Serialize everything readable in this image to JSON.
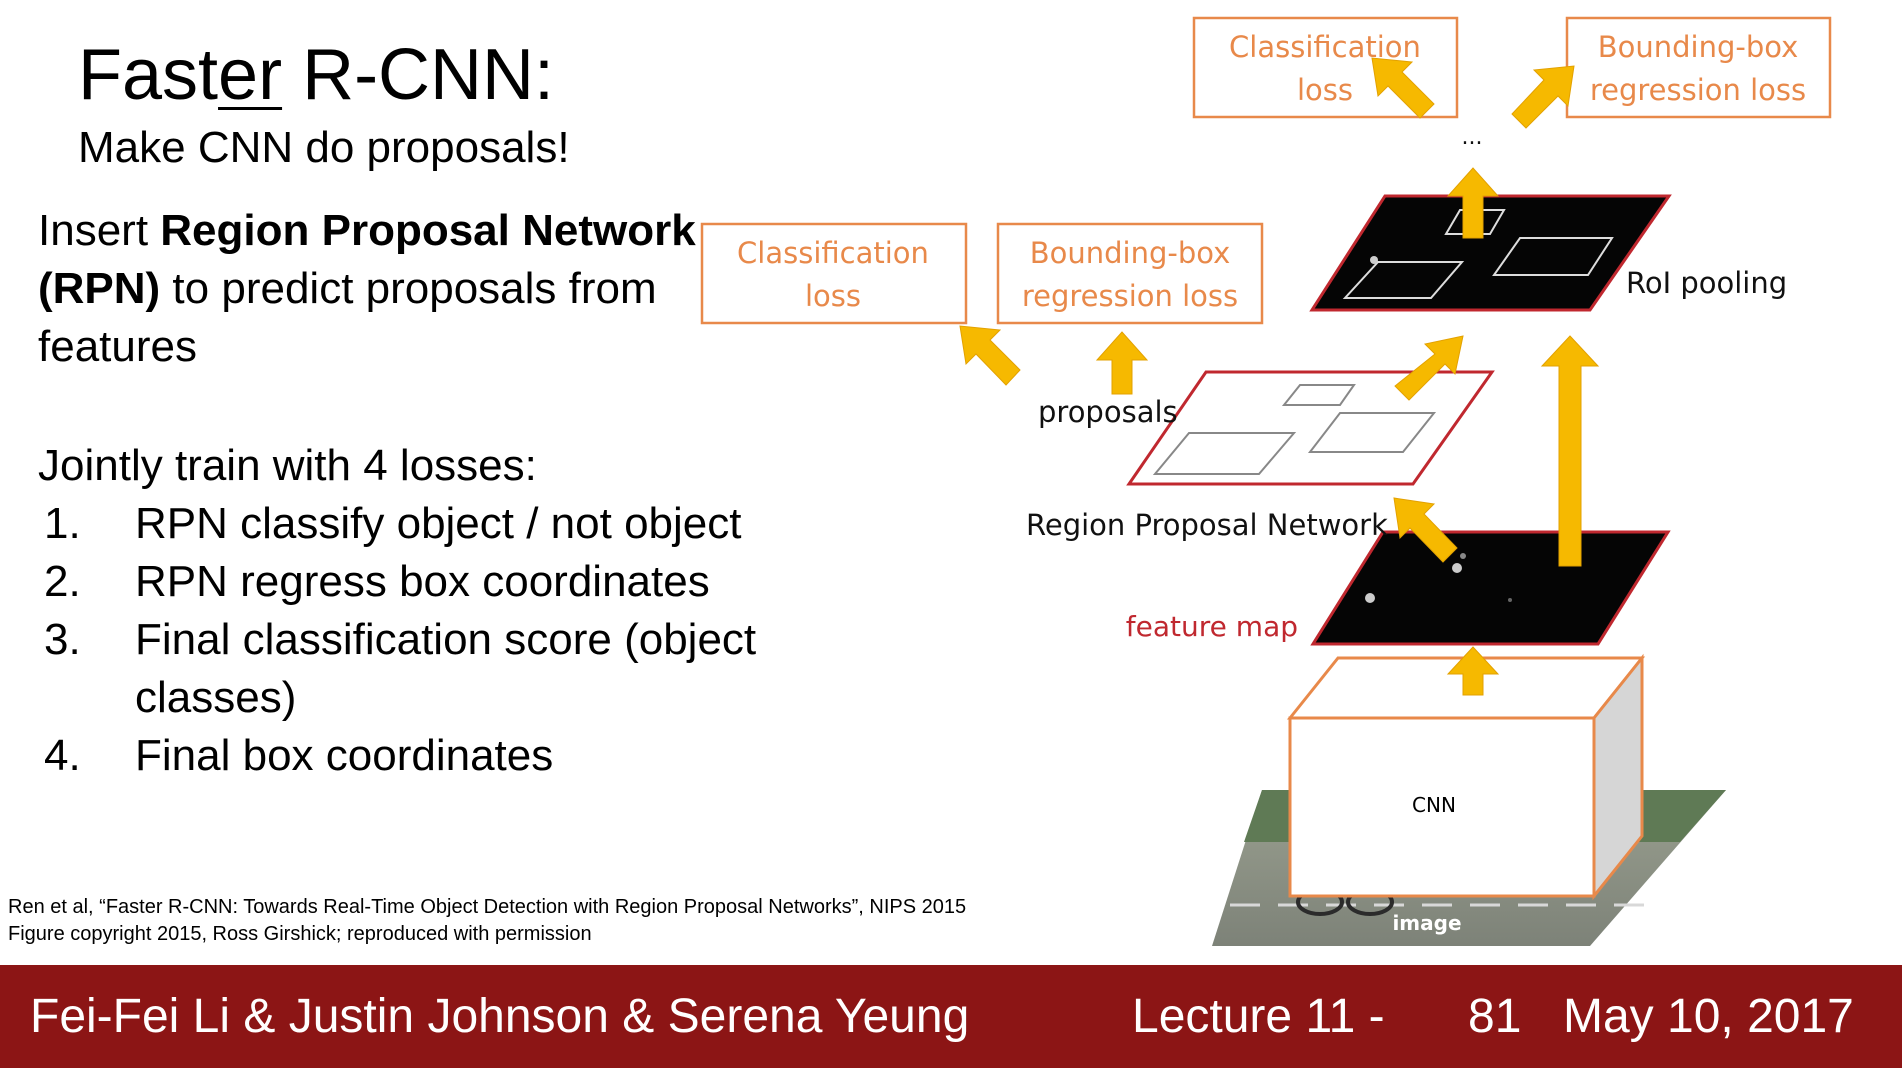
{
  "slide": {
    "title_pre": "Fast",
    "title_underlined": "er",
    "title_post": " R-CNN:",
    "subtitle": "Make CNN do proposals!",
    "intro_pre": "Insert ",
    "intro_bold": "Region Proposal Network (RPN)",
    "intro_post": " to predict proposals from features",
    "losses_heading": "Jointly train with 4 losses:",
    "losses": [
      {
        "num": "1.",
        "text": "RPN classify object / not object"
      },
      {
        "num": "2.",
        "text": "RPN regress box coordinates"
      },
      {
        "num": "3.",
        "text": "Final classification score (object classes)"
      },
      {
        "num": "4.",
        "text": "Final box coordinates"
      }
    ],
    "citation_line1": "Ren et al, “Faster R-CNN: Towards Real-Time Object Detection with Region Proposal Networks”, NIPS 2015",
    "citation_line2": "Figure copyright 2015, Ross Girshick; reproduced with permission"
  },
  "diagram": {
    "top_cls_loss_1": "Classification",
    "top_cls_loss_2": "loss",
    "top_bbox_loss_1": "Bounding-box",
    "top_bbox_loss_2": "regression loss",
    "ellipsis": "...",
    "rpn_cls_loss_1": "Classification",
    "rpn_cls_loss_2": "loss",
    "rpn_bbox_loss_1": "Bounding-box",
    "rpn_bbox_loss_2": "regression loss",
    "roi_pooling": "RoI pooling",
    "proposals": "proposals",
    "rpn_label": "Region Proposal Network",
    "feature_map": "feature map",
    "cnn": "CNN",
    "image": "image"
  },
  "footer": {
    "authors": "Fei-Fei Li & Justin Johnson & Serena Yeung",
    "lecture": "Lecture 11 -",
    "slide_number": "81",
    "date": "May 10, 2017"
  },
  "colors": {
    "footer_bg": "#8c1515",
    "loss_box_orange": "#e8894a",
    "arrow_yellow": "#f6b900",
    "feature_border_red": "#c0282f"
  }
}
